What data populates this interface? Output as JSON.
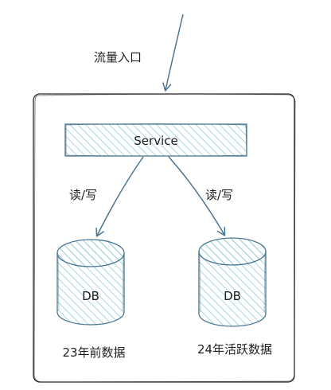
{
  "diagram": {
    "entry_label": "流量入口",
    "service_label": "Service",
    "left_edge_label": "读/写",
    "right_edge_label": "读/写",
    "left_db_label": "DB",
    "right_db_label": "DB",
    "left_db_caption": "23年前数据",
    "right_db_caption": "24年活跃数据"
  },
  "colors": {
    "stroke": "#4a7592",
    "hatch": "#7fc3cb",
    "text": "#1f1f1f",
    "background": "#ffffff"
  }
}
